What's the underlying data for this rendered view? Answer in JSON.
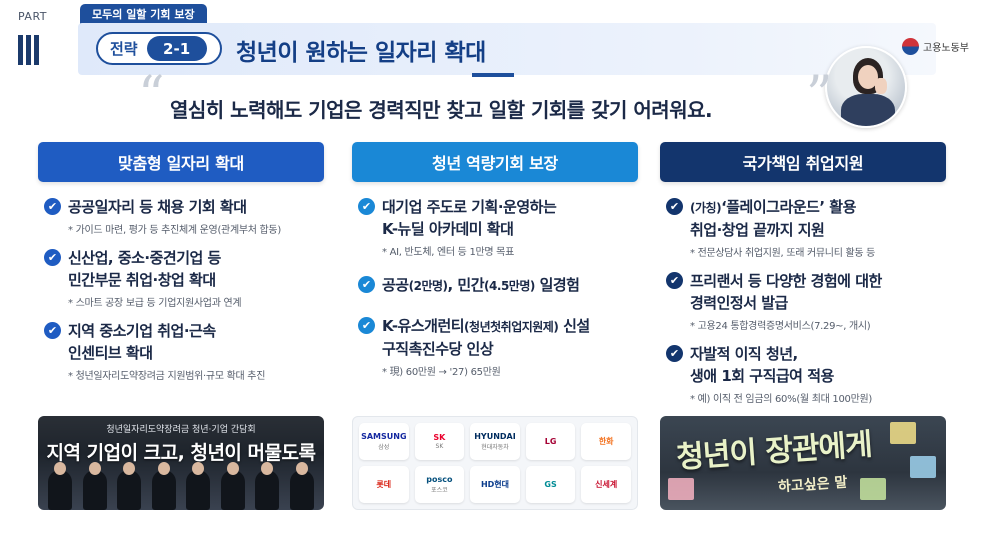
{
  "part": {
    "label": "PART"
  },
  "header": {
    "category_tab": "모두의 일할 기회 보장",
    "strategy_word": "전략",
    "strategy_number": "2-1",
    "title": "청년이 원하는 일자리 확대",
    "ministry": "고용노동부"
  },
  "quote": {
    "open_mark": "“",
    "close_mark": "”",
    "text": "열심히 노력해도 기업은 경력직만 찾고 일할 기회를 갖기 어려워요."
  },
  "columns": [
    {
      "header": "맞춤형 일자리 확대",
      "items": [
        {
          "title": "공공일자리 등 채용 기회 확대",
          "note": "* 가이드 마련, 평가 등 추진체계 운영(관계부처 합동)"
        },
        {
          "title_line1": "신산업, 중소·중견기업 등",
          "title_line2": "민간부문 취업·창업 확대",
          "note": "* 스마트 공장 보급 등 기업지원사업과 연계"
        },
        {
          "title_line1": "지역 중소기업 취업·근속",
          "title_line2": "인센티브 확대",
          "note": "* 청년일자리도약장려금 지원범위·규모 확대 추진"
        }
      ]
    },
    {
      "header": "청년 역량기회 보장",
      "items": [
        {
          "title_line1": "대기업 주도로 기획·운영하는",
          "title_line2": "K-뉴딜 아카데미 확대",
          "note": "* AI, 반도체, 엔터 등 1만명 목표"
        },
        {
          "t1": "공공",
          "t2": "(2만명)",
          "t3": ", 민간",
          "t4": "(4.5만명)",
          "t5": " 일경험"
        },
        {
          "t1": "K-유스개런티",
          "t2": "(청년첫취업지원제)",
          "t3": " 신설",
          "title_line2": "구직촉진수당 인상",
          "note": "* 現) 60만원 → '27) 65만원"
        }
      ]
    },
    {
      "header": "국가책임 취업지원",
      "items": [
        {
          "t1": "(가칭)",
          "t2": "‘플레이그라운드’ 활용",
          "title_line2": "취업·창업 끝까지 지원",
          "note": "* 전문상담사 취업지원, 또래 커뮤니티 활동 등"
        },
        {
          "title_line1": "프리랜서 등 다양한 경험에 대한",
          "title_line2": "경력인정서 발급",
          "note": "* 고용24 통합경력증명서비스(7.29~, 개시)"
        },
        {
          "title_line1": "자발적 이직 청년,",
          "title_line2": "생애 1회 구직급여 적용",
          "note": "* 예) 이직 전 임금의 60%(월 최대 100만원)"
        }
      ]
    }
  ],
  "photos": {
    "event": {
      "subtitle": "청년일자리도약장려금 청년·기업 간담회",
      "headline": "지역 기업이 크고, 청년이 머물도록"
    },
    "logos": [
      {
        "name": "SAMSUNG",
        "sub": "삼성",
        "color": "#1428a0"
      },
      {
        "name": "SK",
        "sub": "SK",
        "color": "#ea002c"
      },
      {
        "name": "HYUNDAI",
        "sub": "현대자동차",
        "color": "#002c5f"
      },
      {
        "name": "LG",
        "sub": "",
        "color": "#a50034"
      },
      {
        "name": "한화",
        "sub": "",
        "color": "#f37321"
      },
      {
        "name": "롯데",
        "sub": "",
        "color": "#da291c"
      },
      {
        "name": "posco",
        "sub": "포스코",
        "color": "#05507d"
      },
      {
        "name": "HD현대",
        "sub": "",
        "color": "#0b3c8c"
      },
      {
        "name": "GS",
        "sub": "",
        "color": "#008c95"
      },
      {
        "name": "신세계",
        "sub": "",
        "color": "#c8102e"
      }
    ],
    "board": {
      "headline": "청년이 장관에게",
      "subtitle": "하고싶은 말"
    }
  },
  "colors": {
    "primary": "#1f5cc2",
    "secondary": "#1a88d6",
    "dark": "#13356d",
    "header_bg": "#dfe9fa"
  },
  "icons": [
    "check-icon",
    "quote-open-icon",
    "quote-close-icon",
    "ministry-emblem-icon"
  ]
}
